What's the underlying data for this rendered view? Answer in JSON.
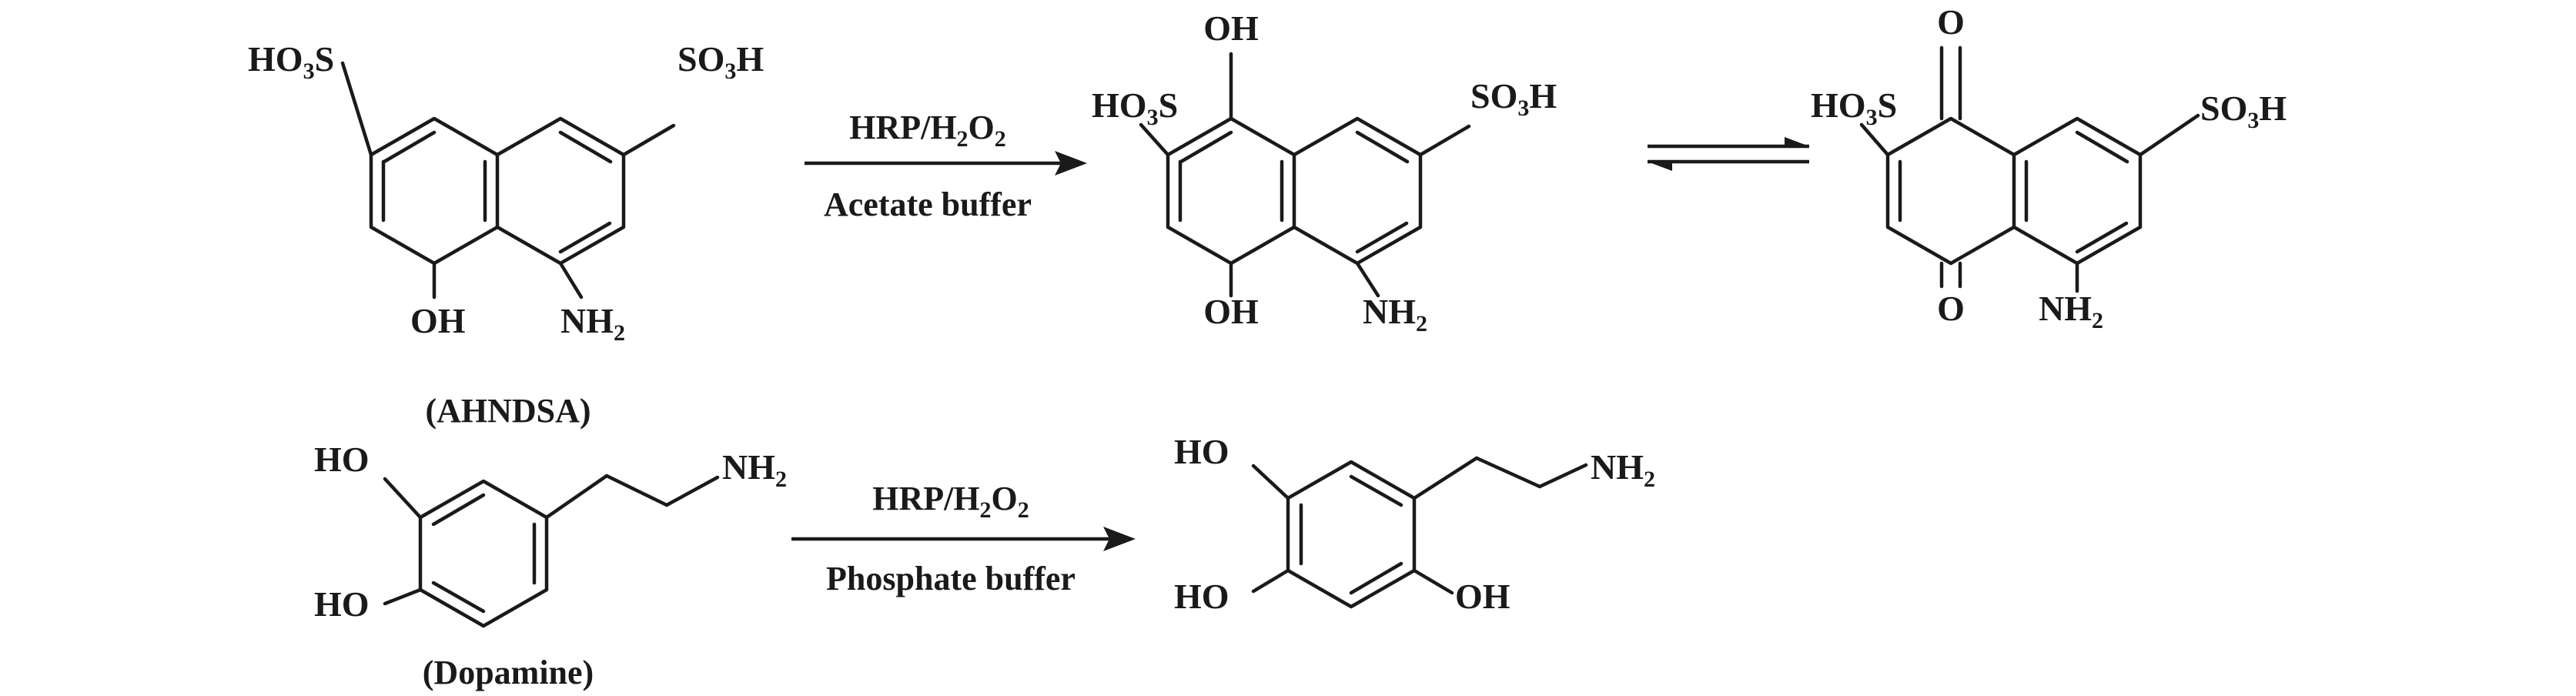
{
  "reactions": [
    {
      "reagent": "HRP/H2O2",
      "condition": "Acetate buffer",
      "reactant_name": "(AHNDSA)"
    },
    {
      "reagent": "HRP/H2O2",
      "condition": "Phosphate buffer",
      "reactant_name": "(Dopamine)"
    }
  ],
  "labels": {
    "hydroxyl": "OH",
    "hydroxyl_left": "HO",
    "amine": "NH",
    "sulfonic_acid_right": "SO",
    "sulfonic_acid_left": "HO",
    "oxo": "O",
    "h": "H",
    "s": "S",
    "sub_2": "2",
    "sub_3": "3"
  }
}
